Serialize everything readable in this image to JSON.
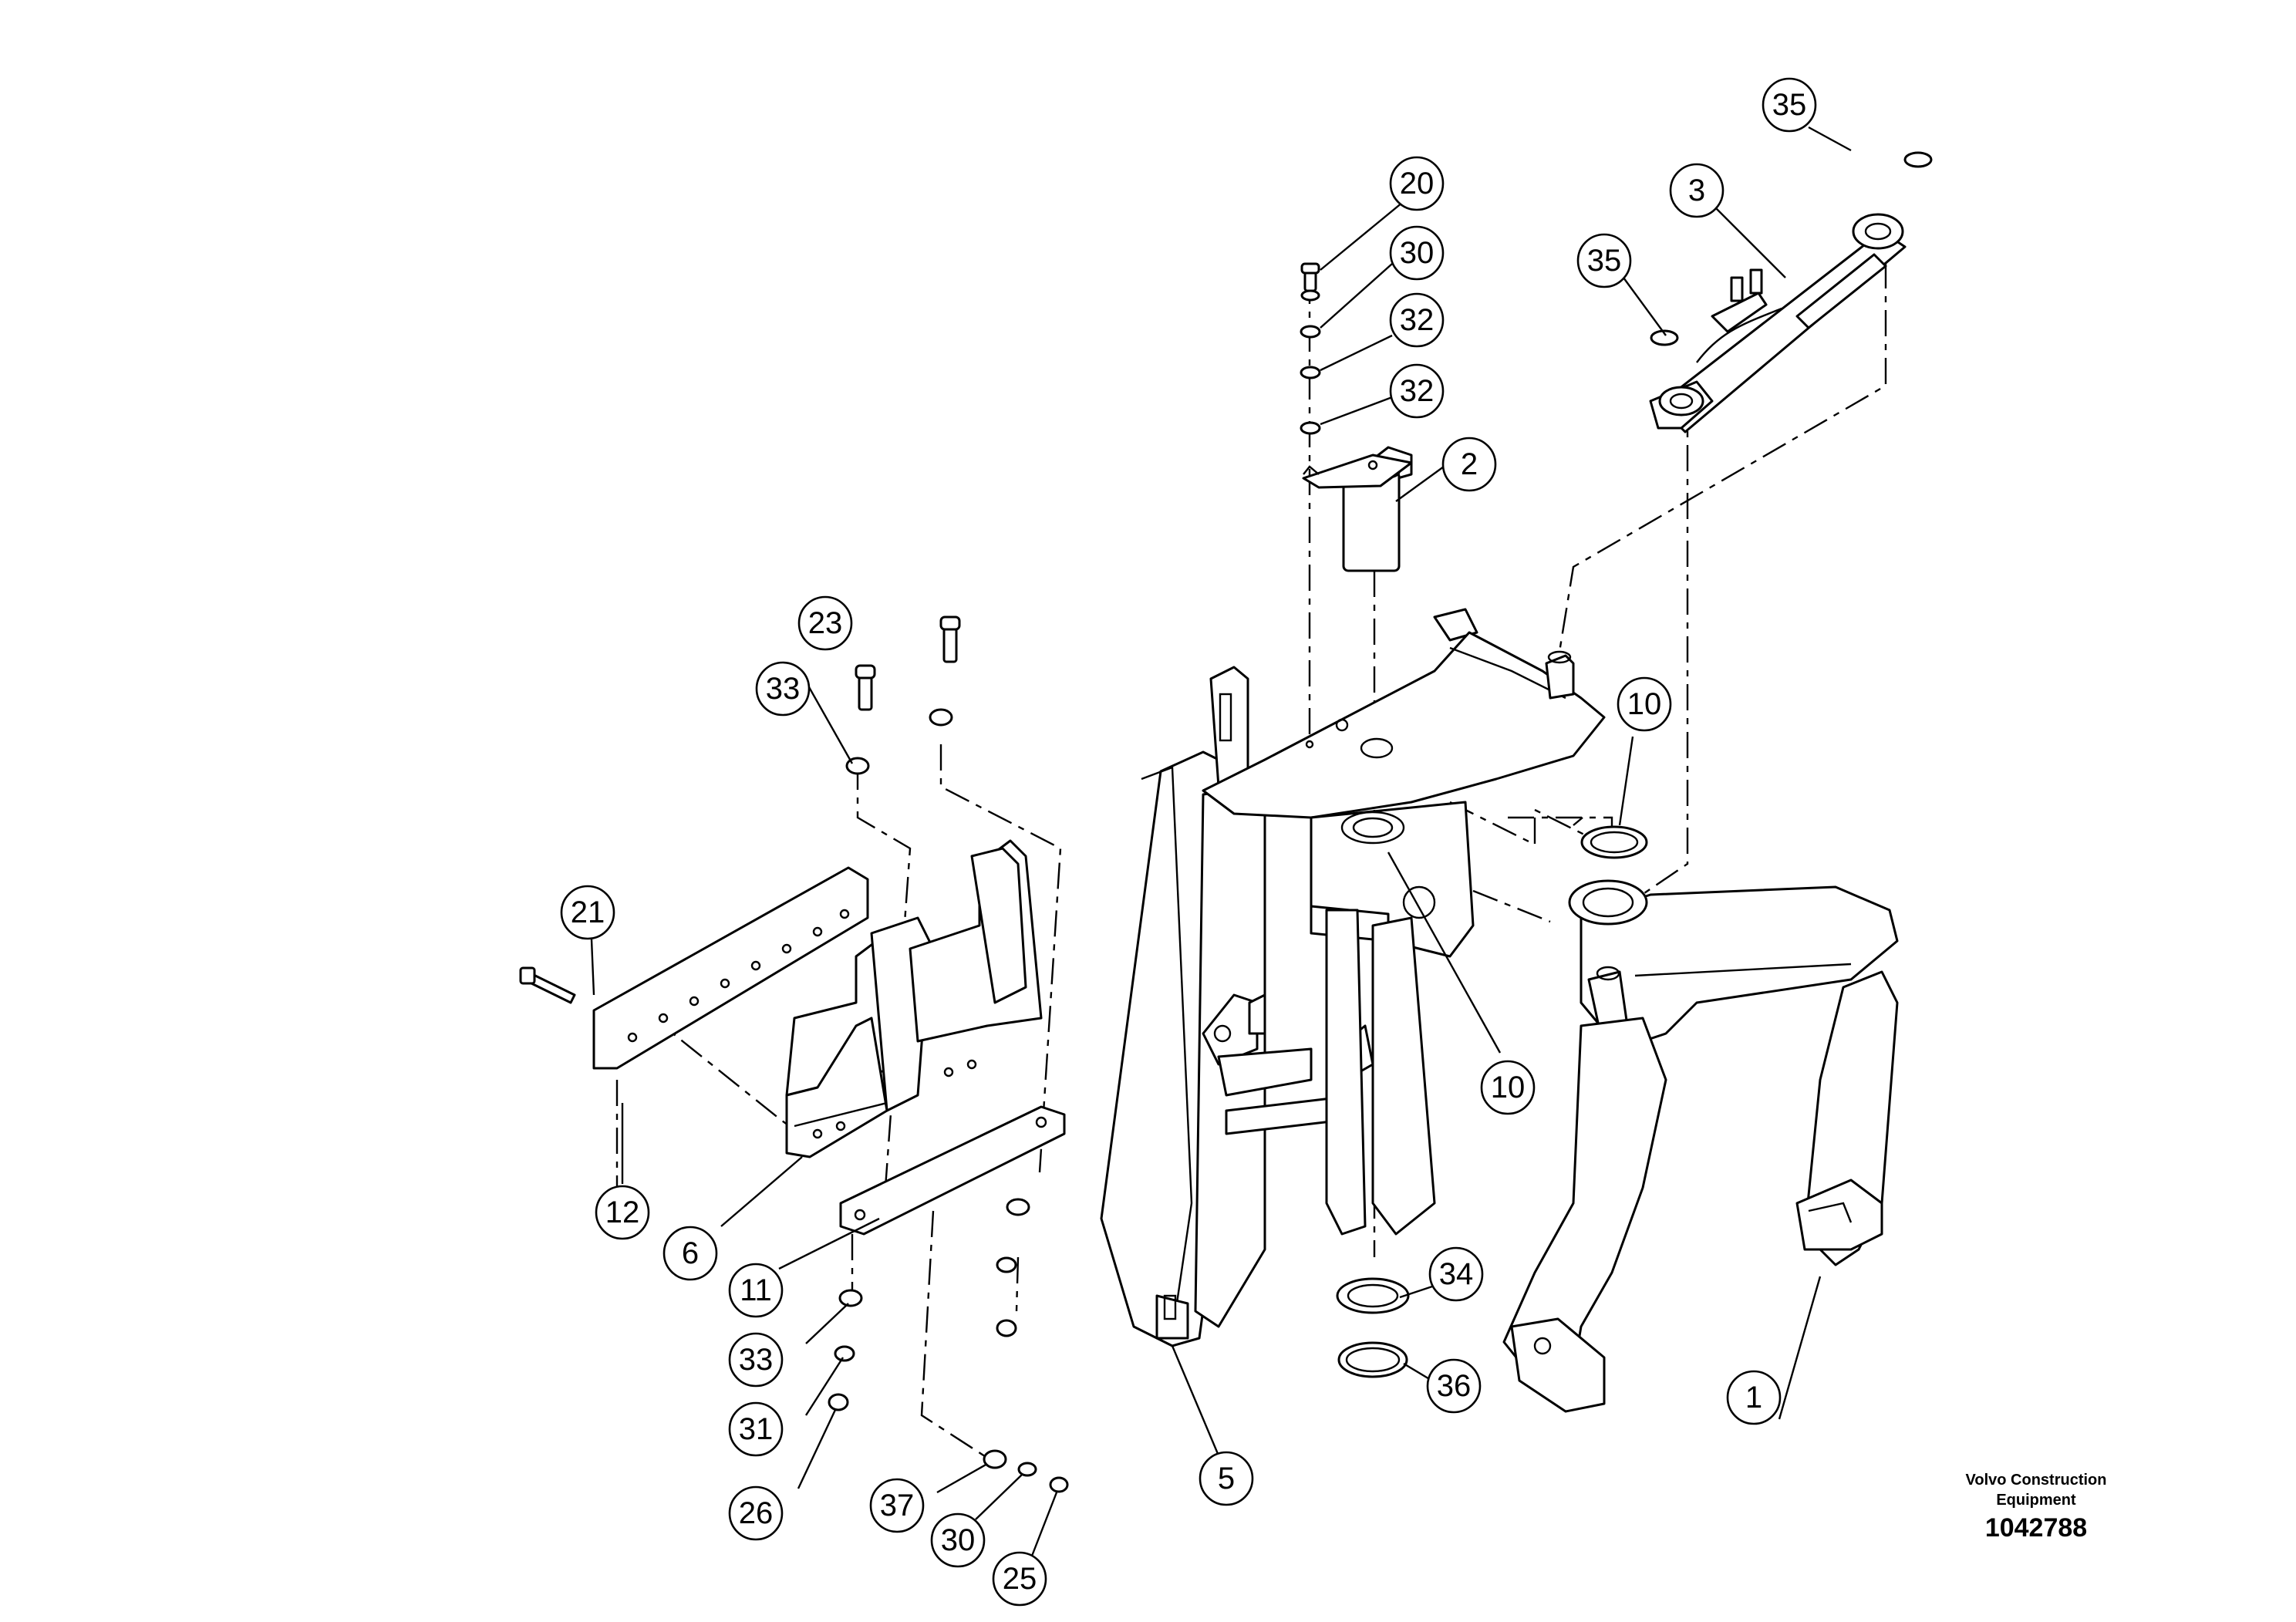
{
  "footer": {
    "brand_line1": "Volvo Construction",
    "brand_line2": "Equipment",
    "document_number": "1042788"
  },
  "callouts": [
    "35",
    "3",
    "20",
    "30",
    "35",
    "32",
    "32",
    "2",
    "23",
    "33",
    "10",
    "21",
    "10",
    "12",
    "6",
    "11",
    "34",
    "33",
    "36",
    "1",
    "31",
    "26",
    "37",
    "30",
    "5",
    "25"
  ]
}
